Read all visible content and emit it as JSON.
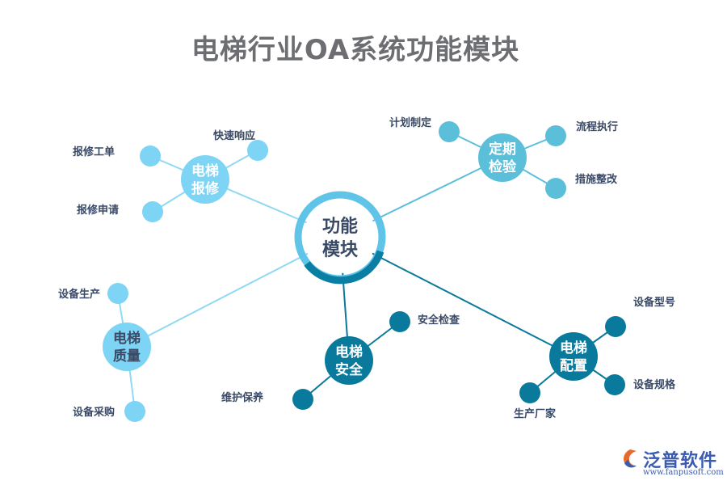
{
  "title": "电梯行业OA系统功能模块",
  "center": {
    "line1": "功能",
    "line2": "模块"
  },
  "colors": {
    "light": "#7ed4f4",
    "light_line": "#8fd9f3",
    "mid": "#5bbfd9",
    "dark": "#0a7a9c",
    "center_ring_light": "#5fc4e8",
    "center_ring_dark": "#0b7ea3",
    "label": "#3a4a66",
    "title": "#6d6e71"
  },
  "branches": [
    {
      "id": "repair",
      "line1": "电梯",
      "line2": "报修",
      "leaves": [
        "快速响应",
        "报修工单",
        "报修申请"
      ]
    },
    {
      "id": "inspection",
      "line1": "定期",
      "line2": "检验",
      "leaves": [
        "计划制定",
        "流程执行",
        "措施整改"
      ]
    },
    {
      "id": "quality",
      "line1": "电梯",
      "line2": "质量",
      "leaves": [
        "设备生产",
        "设备采购"
      ]
    },
    {
      "id": "safety",
      "line1": "电梯",
      "line2": "安全",
      "leaves": [
        "安全检查",
        "维护保养"
      ]
    },
    {
      "id": "config",
      "line1": "电梯",
      "line2": "配置",
      "leaves": [
        "设备型号",
        "设备规格",
        "生产厂家"
      ]
    }
  ],
  "logo": {
    "name": "泛普软件",
    "url": "www.fanpusoft.com"
  }
}
